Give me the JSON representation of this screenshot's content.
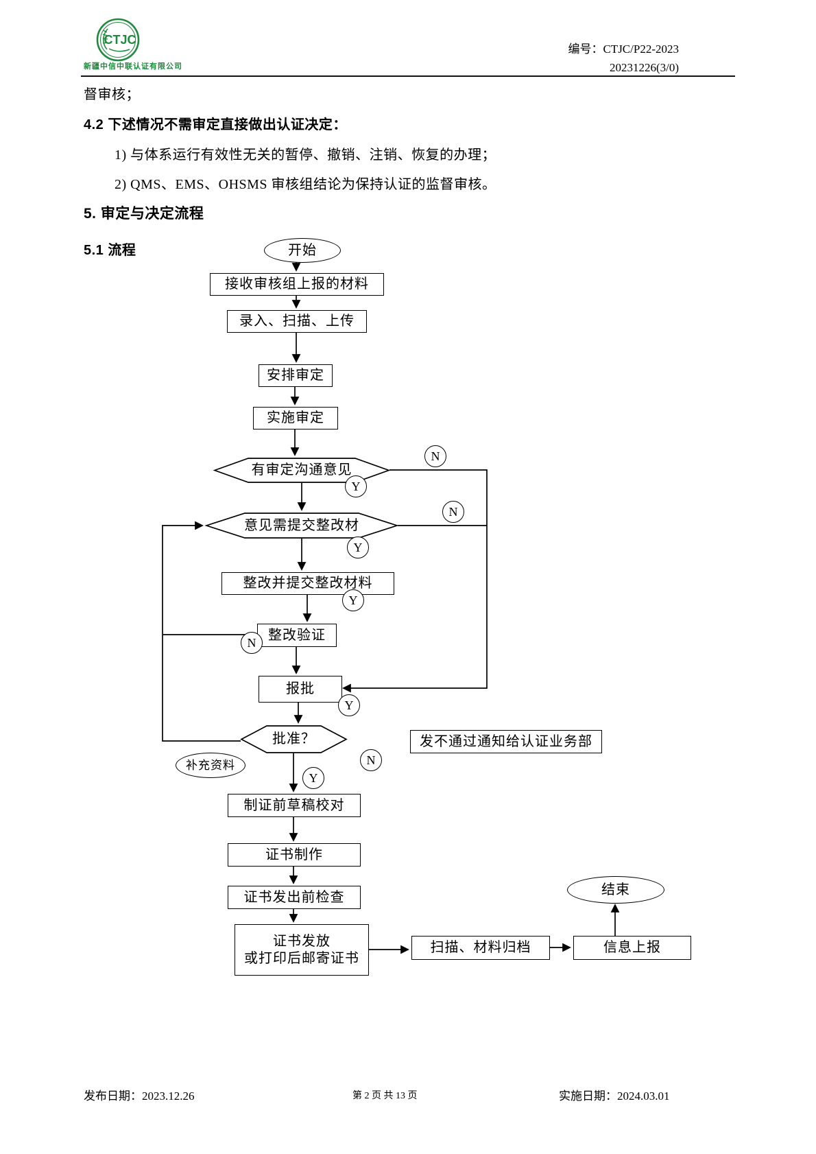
{
  "header": {
    "logo_text": "CTJC",
    "company_name": "新疆中信中联认证有限公司",
    "doc_code": "编号：CTJC/P22-2023",
    "doc_revision": "20231226(3/0)"
  },
  "body": {
    "intro": "督审核；",
    "section_42_title": "4.2 下述情况不需审定直接做出认证决定：",
    "item_1": "1) 与体系运行有效性无关的暂停、撤销、注销、恢复的办理；",
    "item_2": "2) QMS、EMS、OHSMS 审核组结论为保持认证的监督审核。",
    "section_5_title": "5.  审定与决定流程",
    "section_51_title": "5.1 流程"
  },
  "flowchart": {
    "labels": {
      "yes": "Y",
      "no": "N"
    },
    "nodes": {
      "start": "开始",
      "receive": "接收审核组上报的材料",
      "entry": "录入、扫描、上传",
      "arrange": "安排审定",
      "implement": "实施审定",
      "has_opinion": "有审定沟通意见",
      "need_material": "意见需提交整改材",
      "rectify": "整改并提交整改材料",
      "verify": "整改验证",
      "submit": "报批",
      "approve": "批准？",
      "supplement": "补充资料",
      "notify": "发不通过通知给认证业务部",
      "draft_check": "制证前草稿校对",
      "cert_make": "证书制作",
      "cert_check": "证书发出前检查",
      "cert_issue": "证书发放\n或打印后邮寄证书",
      "scan_archive": "扫描、材料归档",
      "info_report": "信息上报",
      "end": "结束"
    }
  },
  "footer": {
    "publish_date": "发布日期：2023.12.26",
    "page_number": "第 2 页 共 13 页",
    "effective_date": "实施日期：2024.03.01"
  }
}
